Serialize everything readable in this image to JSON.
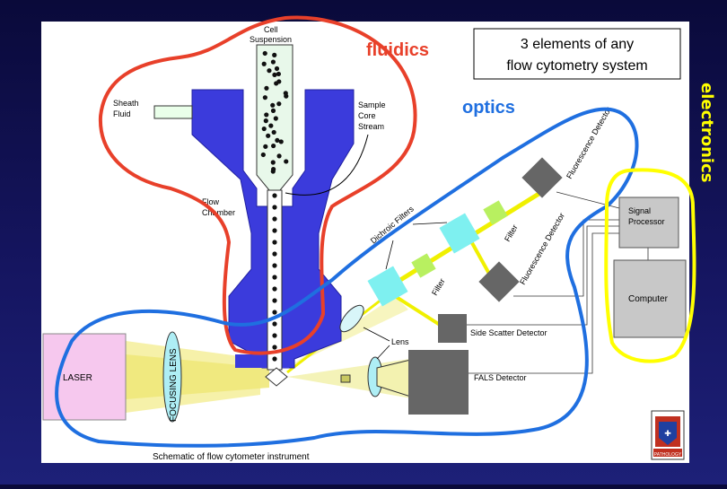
{
  "title_box": {
    "line1": "3 elements of any",
    "line2": "flow cytometry system"
  },
  "elements": {
    "fluidics": "fluidics",
    "optics": "optics",
    "electronics": "electronics"
  },
  "labels": {
    "cell_suspension_1": "Cell",
    "cell_suspension_2": "Suspension",
    "sheath_fluid_1": "Sheath",
    "sheath_fluid_2": "Fluid",
    "sample_core_1": "Sample",
    "sample_core_2": "Core",
    "sample_core_3": "Stream",
    "flow_chamber_1": "Flow",
    "flow_chamber_2": "Chamber",
    "laser": "LASER",
    "focusing_lens": "FOCUSING LENS",
    "lens": "Lens",
    "dichroic_filters": "Dichroic Filters",
    "filter_a": "Filter",
    "filter_b": "Filter",
    "fluorescence_detector_a": "Fluorescence Detector",
    "fluorescence_detector_b": "Fluorescence Detector",
    "side_scatter_detector": "Side Scatter Detector",
    "fals_detector": "FALS Detector",
    "signal_processor_1": "Signal",
    "signal_processor_2": "Processor",
    "computer": "Computer",
    "caption": "Schematic of flow cytometer instrument",
    "logo_text": "PATHOLOGY"
  },
  "colors": {
    "fluidics": "#e8402a",
    "optics": "#1f6fe0",
    "electronics": "#ffff00",
    "flow_chamber": "#3b3bdc",
    "laser_box": "#f6c8ee",
    "dichroic": "#7ef0f0",
    "filter": "#b8f060",
    "detector": "#666666",
    "beam": "#f0f000"
  }
}
